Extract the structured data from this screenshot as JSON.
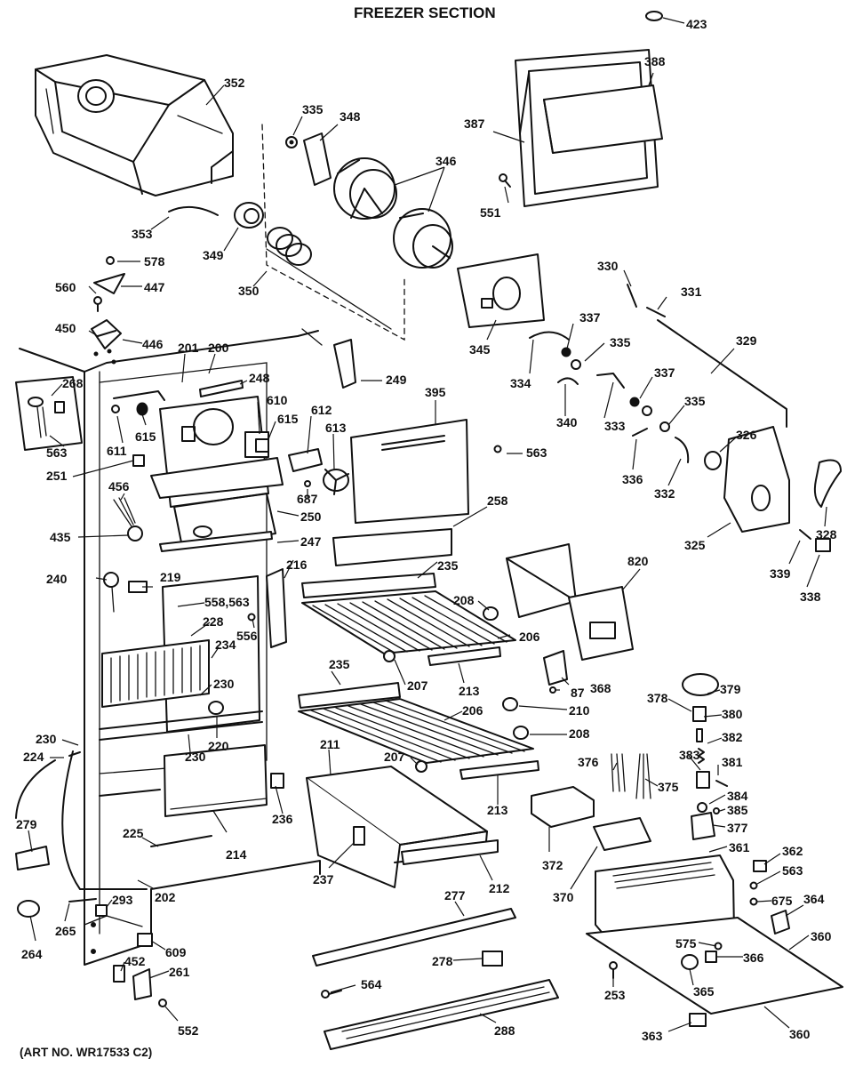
{
  "title": "FREEZER SECTION",
  "art_number": "(ART NO. WR17533 C2)",
  "part_labels": {
    "p423": "423",
    "p352": "352",
    "p335a": "335",
    "p348": "348",
    "p346": "346",
    "p387": "387",
    "p388": "388",
    "p551": "551",
    "p353": "353",
    "p349": "349",
    "p350": "350",
    "p578": "578",
    "p560": "560",
    "p447": "447",
    "p450": "450",
    "p446": "446",
    "p201": "201",
    "p200": "200",
    "p249": "249",
    "p248": "248",
    "p268": "268",
    "p610": "610",
    "p615a": "615",
    "p615b": "615",
    "p611": "611",
    "p612": "612",
    "p613": "613",
    "p395": "395",
    "p563a": "563",
    "p563b": "563",
    "p251": "251",
    "p687": "687",
    "p456": "456",
    "p250": "250",
    "p435": "435",
    "p247": "247",
    "p258": "258",
    "p345": "345",
    "p330": "330",
    "p331": "331",
    "p337a": "337",
    "p335b": "335",
    "p334": "334",
    "p329": "329",
    "p337b": "337",
    "p340": "340",
    "p333": "333",
    "p335c": "335",
    "p326": "326",
    "p336": "336",
    "p332": "332",
    "p328": "328",
    "p325": "325",
    "p339": "339",
    "p338": "338",
    "p240": "240",
    "p219": "219",
    "p216": "216",
    "p235a": "235",
    "p820": "820",
    "p558563": "558,563",
    "p228": "228",
    "p556": "556",
    "p208a": "208",
    "p206a": "206",
    "p234": "234",
    "p207a": "207",
    "p213a": "213",
    "p87": "87",
    "p368": "368",
    "p235b": "235",
    "p230a": "230",
    "p378": "378",
    "p379": "379",
    "p210": "210",
    "p220": "220",
    "p206b": "206",
    "p380": "380",
    "p230b": "230",
    "p208b": "208",
    "p382": "382",
    "p230c": "230",
    "p211": "211",
    "p224": "224",
    "p207b": "207",
    "p383": "383",
    "p381": "381",
    "p376": "376",
    "p375": "375",
    "p384": "384",
    "p385": "385",
    "p213b": "213",
    "p236": "236",
    "p377": "377",
    "p279": "279",
    "p225": "225",
    "p214": "214",
    "p361": "361",
    "p362": "362",
    "p372": "372",
    "p563c": "563",
    "p237": "237",
    "p212": "212",
    "p202": "202",
    "p370": "370",
    "p675": "675",
    "p364": "364",
    "p293": "293",
    "p265": "265",
    "p277": "277",
    "p264": "264",
    "p609": "609",
    "p575": "575",
    "p360a": "360",
    "p278": "278",
    "p366": "366",
    "p452": "452",
    "p261": "261",
    "p564": "564",
    "p253": "253",
    "p365": "365",
    "p552": "552",
    "p288": "288",
    "p363": "363",
    "p360b": "360"
  }
}
